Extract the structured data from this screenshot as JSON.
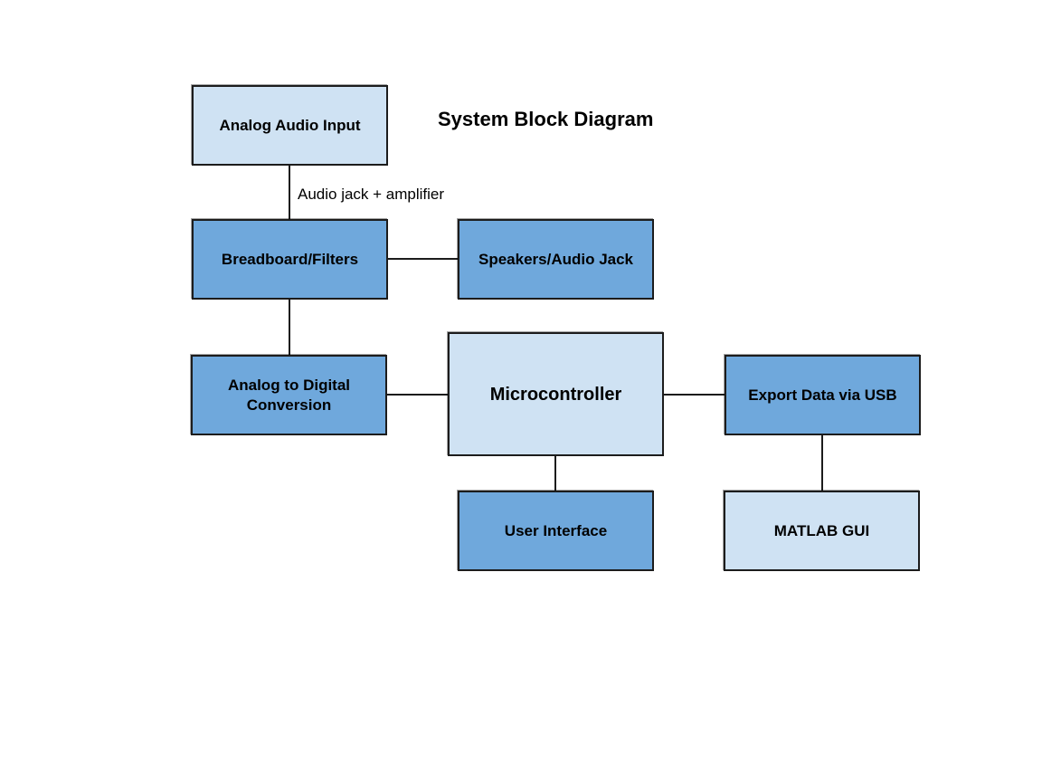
{
  "diagram": {
    "title": "System Block Diagram",
    "colors": {
      "light_fill": "#cfe2f3",
      "dark_fill": "#6fa8dc",
      "stroke": "#1c1c1c"
    },
    "blocks": {
      "analog_audio_input": {
        "label": "Analog Audio Input",
        "fill": "light"
      },
      "breadboard_filters": {
        "label": "Breadboard/Filters",
        "fill": "dark"
      },
      "speakers_audio_jack": {
        "label": "Speakers/Audio Jack",
        "fill": "dark"
      },
      "adc": {
        "label_line1": "Analog to Digital",
        "label_line2": "Conversion",
        "fill": "dark"
      },
      "microcontroller": {
        "label": "Microcontroller",
        "fill": "light"
      },
      "export_usb": {
        "label": "Export Data via USB",
        "fill": "dark"
      },
      "user_interface": {
        "label": "User Interface",
        "fill": "dark"
      },
      "matlab_gui": {
        "label": "MATLAB GUI",
        "fill": "light"
      }
    },
    "connections": [
      {
        "from": "Analog Audio Input",
        "to": "Breadboard/Filters",
        "label": "Audio jack + amplifier"
      },
      {
        "from": "Breadboard/Filters",
        "to": "Speakers/Audio Jack",
        "label": ""
      },
      {
        "from": "Breadboard/Filters",
        "to": "Analog to Digital Conversion",
        "label": ""
      },
      {
        "from": "Analog to Digital Conversion",
        "to": "Microcontroller",
        "label": ""
      },
      {
        "from": "Microcontroller",
        "to": "Export Data via USB",
        "label": ""
      },
      {
        "from": "Microcontroller",
        "to": "User Interface",
        "label": ""
      },
      {
        "from": "Export Data via USB",
        "to": "MATLAB GUI",
        "label": ""
      }
    ]
  }
}
